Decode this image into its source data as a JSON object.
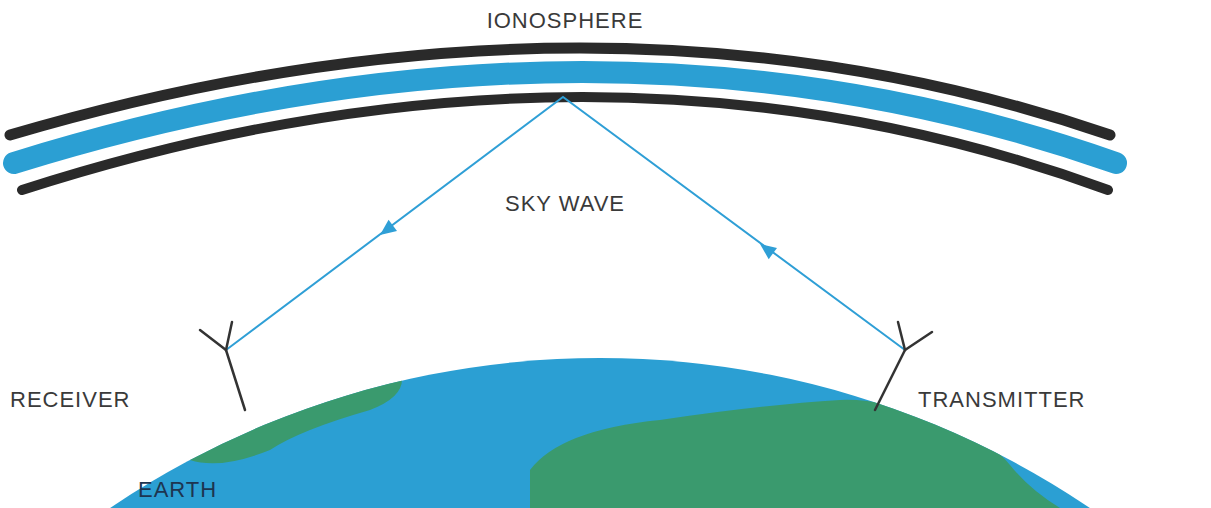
{
  "diagram": {
    "labels": [
      "IONOSPHERE",
      "SKY WAVE",
      "RECEIVER",
      "TRANSMITTER",
      "EARTH"
    ]
  }
}
